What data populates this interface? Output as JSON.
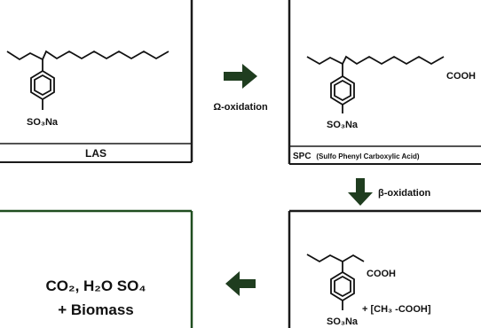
{
  "box_las": {
    "label": "LAS",
    "substituent": "SO₃Na"
  },
  "box_spc": {
    "label_main": "SPC",
    "label_detail": "(Sulfo Phenyl Carboxylic Acid)",
    "substituent": "SO₃Na",
    "terminal_group": "COOH"
  },
  "box_short": {
    "substituent": "SO₃Na",
    "terminal_group": "COOH",
    "byproduct": "+ [CH₃ -COOH]"
  },
  "box_products": {
    "line1": "CO₂, H₂O SO₄",
    "line2": "+ Biomass"
  },
  "step_omega": {
    "label": "Ω-oxidation"
  },
  "step_beta": {
    "label": "β-oxidation"
  },
  "colors": {
    "ink": "#111111",
    "arrow": "#1f3d1f",
    "box_border": "#1a1a1a",
    "products_border": "#1f4d1f"
  },
  "icons": {
    "omega_arrow": "right-arrow-icon",
    "beta_arrow": "down-arrow-icon",
    "final_arrow": "left-arrow-icon"
  }
}
